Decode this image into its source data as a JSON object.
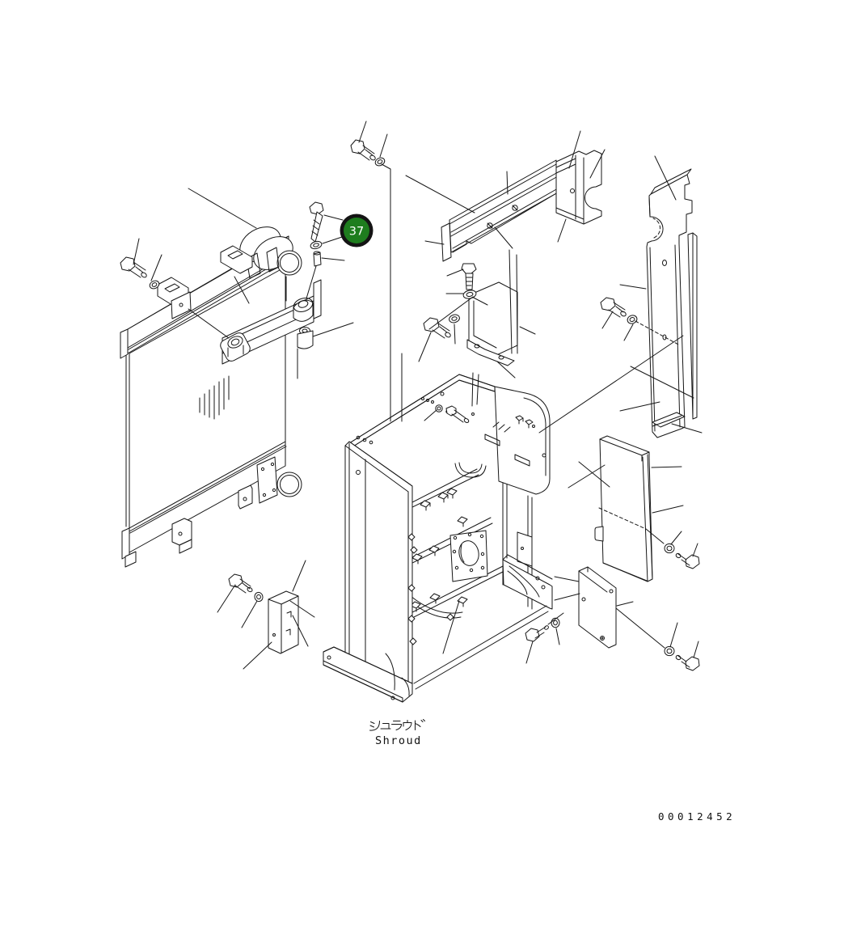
{
  "figure": {
    "type": "exploded-parts-diagram",
    "subject": "radiator shroud assembly",
    "callout": {
      "number": "37"
    },
    "labels": {
      "part_name_jp": "シュラウド",
      "part_name_en": "Shroud"
    },
    "doc_number": "00012452",
    "colors": {
      "line": "#161616",
      "background": "#ffffff",
      "callout_fill": "#1e7d1e",
      "callout_ring": "#141414",
      "callout_text": "#ffffff"
    },
    "parts_depicted": [
      "radiator",
      "radiator upper tank",
      "radiator lower tank",
      "filler assembly",
      "mounting bracket rail",
      "rubber mount",
      "upper cross rail",
      "end block",
      "cover plate",
      "shroud",
      "fan opening flange",
      "channel bracket",
      "right side panel",
      "side plate",
      "lower plate",
      "mounting block",
      "bolts",
      "washers"
    ]
  }
}
